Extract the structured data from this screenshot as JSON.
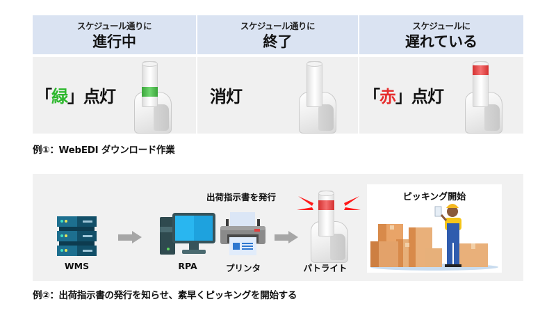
{
  "example1": {
    "columns": [
      {
        "sub": "スケジュール通りに",
        "main": "進行中",
        "state_prefix": "「",
        "state_color_word": "緑",
        "state_suffix": "」点灯",
        "light_color": "#2db82d"
      },
      {
        "sub": "スケジュール通りに",
        "main": "終了",
        "state_prefix": "",
        "state_color_word": "",
        "state_suffix": "消灯",
        "light_color": ""
      },
      {
        "sub": "スケジュールに",
        "main": "遅れている",
        "state_prefix": "「",
        "state_color_word": "赤",
        "state_suffix": "」点灯",
        "light_color": "#e62e2e"
      }
    ],
    "caption": "例①：WebEDI ダウンロード作業"
  },
  "example2": {
    "flow_title": "出荷指示書を発行",
    "nodes": [
      {
        "label": "WMS",
        "icon": "server-icon"
      },
      {
        "label": "RPA",
        "icon": "desktop-computer-icon"
      },
      {
        "label": "プリンタ",
        "icon": "printer-icon"
      },
      {
        "label": "パトライト",
        "icon": "signal-tower-light-icon"
      }
    ],
    "result_title": "ピッキング開始",
    "caption": "例②：出荷指示書の発行を知らせ、素早くピッキングを開始する"
  },
  "colors": {
    "header_bg": "#dae3f2",
    "cell_bg": "#f0f0f0",
    "green": "#2db82d",
    "red": "#e62e2e",
    "arrow_gray": "#a6a6a6"
  }
}
